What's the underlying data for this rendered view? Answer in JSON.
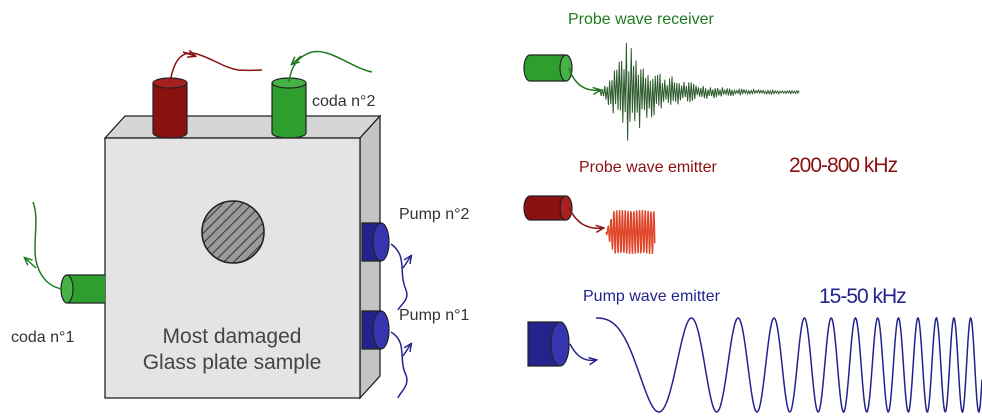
{
  "labels": {
    "probe_receiver": "Probe wave receiver",
    "probe_emitter": "Probe wave emitter",
    "probe_freq": "200-800 kHz",
    "pump_emitter": "Pump wave emitter",
    "pump_freq": "15-50 kHz",
    "coda2": "coda n°2",
    "coda1": "coda n°1",
    "pump2": "Pump n°2",
    "pump1": "Pump n°1",
    "sample_line1": "Most damaged",
    "sample_line2": "Glass plate sample"
  },
  "colors": {
    "probe_green": "#1f7a1f",
    "transducer_green": "#2e9e2e",
    "probe_red": "#8b1010",
    "burst_red": "#e0452a",
    "pump_blue": "#23238c",
    "plate_front": "#e4e4e4",
    "plate_side": "#c9c9c9",
    "signal_green": "#2d5a2d"
  },
  "icons": [
    "green-transducer-icon",
    "red-transducer-icon",
    "blue-transducer-icon",
    "damage-zone-icon"
  ]
}
